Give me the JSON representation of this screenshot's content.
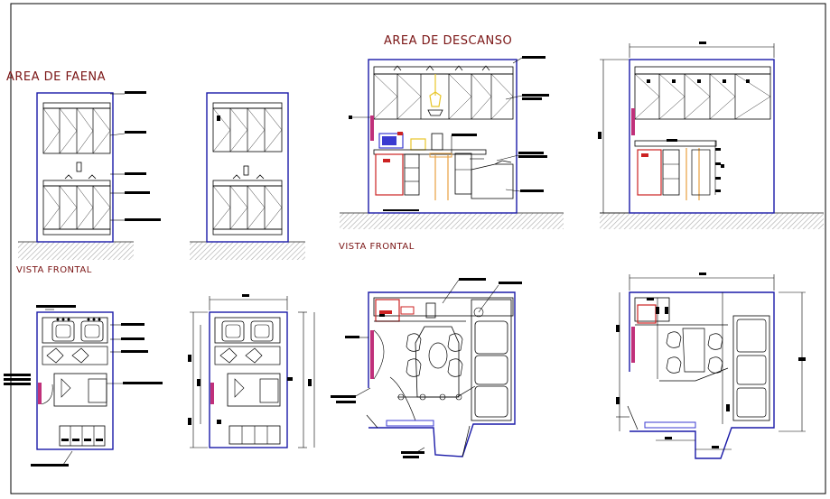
{
  "titles": {
    "area_faena": "AREA DE FAENA",
    "area_descanso": "AREA DE DESCANSO",
    "vista_frontal_left": "VISTA FRONTAL",
    "vista_frontal_right": "VISTA FRONTAL"
  },
  "colors": {
    "wall": "#1a1aa8",
    "furniture": "#000000",
    "label_text": "#7a1414",
    "ground_hatch": "#9a9a9a",
    "appliance_red": "#cc2222",
    "lamp_yellow": "#e8c62a",
    "pipe_orange": "#e8a040",
    "accent_magenta": "#c0307a",
    "microwave_blue": "#3a3ad0"
  },
  "drawings": [
    "faena-elevation-1",
    "faena-elevation-2",
    "faena-plan-1",
    "faena-plan-2",
    "descanso-elevation-1",
    "descanso-elevation-2",
    "descanso-plan-1",
    "descanso-plan-2"
  ]
}
